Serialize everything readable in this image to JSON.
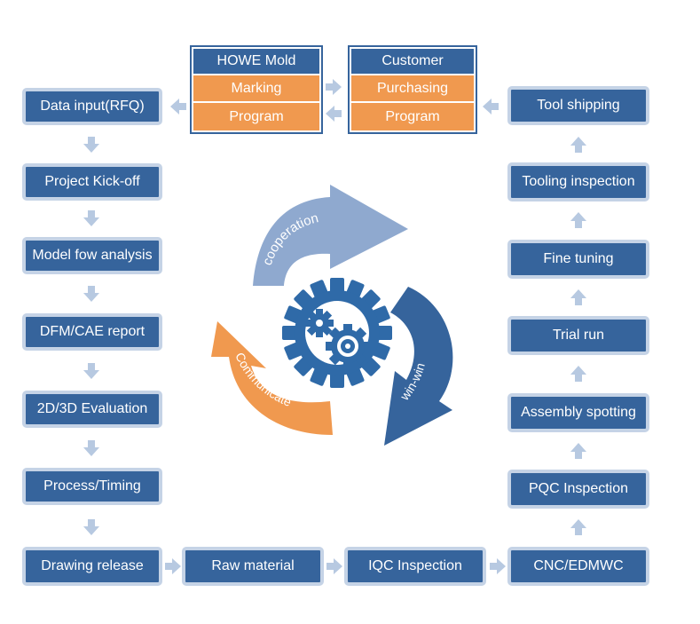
{
  "header_boxes": {
    "howe": {
      "title": "HOWE  Mold",
      "row1": "Marking",
      "row2": "Program"
    },
    "customer": {
      "title": "Customer",
      "row1": "Purchasing",
      "row2": "Program"
    }
  },
  "left_column": [
    "Data input(RFQ)",
    "Project Kick-off",
    "Model fow analysis",
    "DFM/CAE report",
    "2D/3D Evaluation",
    "Process/Timing",
    "Drawing release"
  ],
  "bottom_row": [
    "Raw material",
    "IQC Inspection",
    "CNC/EDMWC"
  ],
  "right_column": [
    "Tool shipping",
    "Tooling inspection",
    "Fine tuning",
    "Trial run",
    "Assembly spotting",
    "PQC Inspection"
  ],
  "cycle": {
    "cooperation": "cooperation",
    "win_win": "win-win",
    "communicate": "Communicate"
  },
  "colors": {
    "box_blue": "#36649c",
    "box_border": "#c5d3e6",
    "orange": "#f0994f",
    "light_blue": "#8fa9cf",
    "arrow_light": "#b7c9e1"
  }
}
